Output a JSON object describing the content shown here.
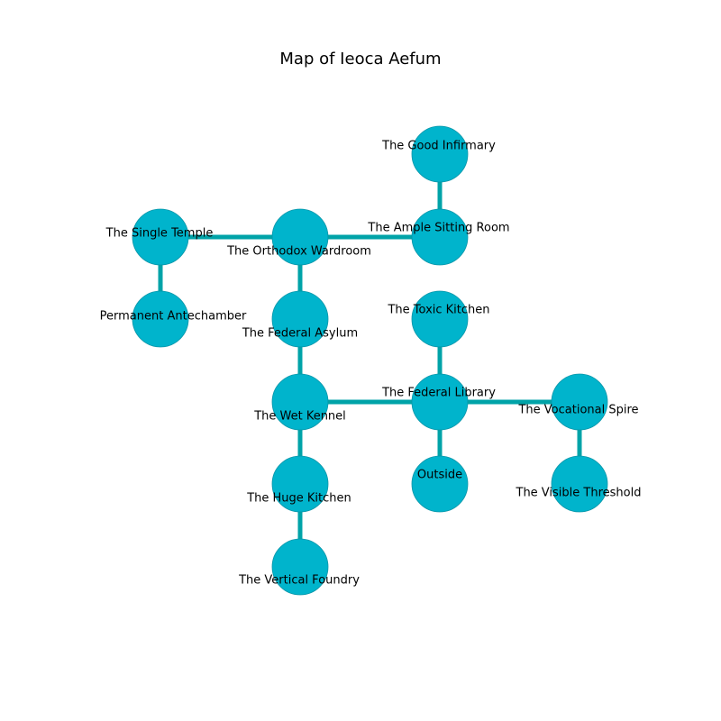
{
  "title": "Map of Ieoca Aefum",
  "colors": {
    "node_fill": "#00b4cc",
    "node_stroke": "#0895a8",
    "edge": "#00a3a8",
    "background": "#ffffff"
  },
  "nodes": [
    {
      "id": "good-infirmary",
      "label": "The Good Infirmary"
    },
    {
      "id": "ample-sitting-room",
      "label": "The Ample Sitting Room"
    },
    {
      "id": "single-temple",
      "label": "The Single Temple"
    },
    {
      "id": "orthodox-wardroom",
      "label": "The Orthodox Wardroom"
    },
    {
      "id": "permanent-antechamber",
      "label": "Permanent Antechamber"
    },
    {
      "id": "federal-asylum",
      "label": "The Federal Asylum"
    },
    {
      "id": "toxic-kitchen",
      "label": "The Toxic Kitchen"
    },
    {
      "id": "wet-kennel",
      "label": "The Wet Kennel"
    },
    {
      "id": "federal-library",
      "label": "The Federal Library"
    },
    {
      "id": "vocational-spire",
      "label": "The Vocational Spire"
    },
    {
      "id": "huge-kitchen",
      "label": "The Huge Kitchen"
    },
    {
      "id": "outside",
      "label": "Outside"
    },
    {
      "id": "visible-threshold",
      "label": "The Visible Threshold"
    },
    {
      "id": "vertical-foundry",
      "label": "The Vertical Foundry"
    }
  ],
  "edges": [
    [
      "good-infirmary",
      "ample-sitting-room"
    ],
    [
      "single-temple",
      "orthodox-wardroom"
    ],
    [
      "orthodox-wardroom",
      "ample-sitting-room"
    ],
    [
      "single-temple",
      "permanent-antechamber"
    ],
    [
      "orthodox-wardroom",
      "federal-asylum"
    ],
    [
      "federal-asylum",
      "wet-kennel"
    ],
    [
      "toxic-kitchen",
      "federal-library"
    ],
    [
      "wet-kennel",
      "federal-library"
    ],
    [
      "federal-library",
      "vocational-spire"
    ],
    [
      "wet-kennel",
      "huge-kitchen"
    ],
    [
      "federal-library",
      "outside"
    ],
    [
      "vocational-spire",
      "visible-threshold"
    ],
    [
      "huge-kitchen",
      "vertical-foundry"
    ]
  ]
}
